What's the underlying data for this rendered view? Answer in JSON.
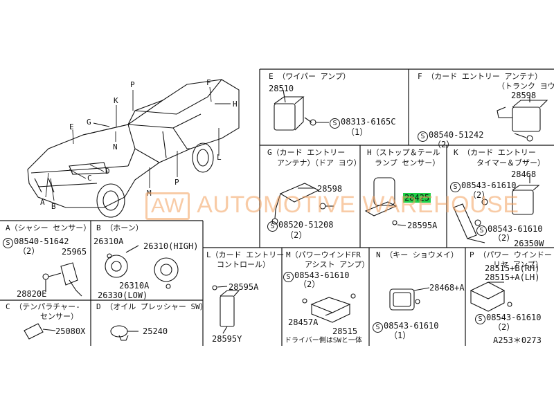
{
  "overview": {
    "letters": [
      "P",
      "K",
      "G",
      "E",
      "F",
      "H",
      "N",
      "A",
      "B",
      "C",
      "D",
      "M",
      "P",
      "L"
    ]
  },
  "panels": {
    "E": {
      "title": "E （ワイパー アンプ）",
      "parts": [
        "28510",
        "08313-6165C",
        "（1）"
      ]
    },
    "F": {
      "title": "F （カード エントリー アンテナ）",
      "subtitle": "（トランク ヨウ）",
      "parts": [
        "28598",
        "08540-51242",
        "（2）"
      ]
    },
    "G": {
      "title": "G（カード エントリー",
      "subtitle": "アンテナ）（ドア ヨウ）",
      "parts": [
        "28598",
        "08520-51208",
        "（2）"
      ]
    },
    "H": {
      "title": "H（ストップ＆テール",
      "subtitle": "ランプ センサー）",
      "parts": [
        "28425",
        "28595A"
      ]
    },
    "K": {
      "title": "K （カード エントリー",
      "subtitle": "タイマー＆ブザー）",
      "parts": [
        "28468",
        "08543-61610",
        "（2）",
        "08543-61610",
        "（2）",
        "26350W"
      ]
    },
    "A": {
      "title": "A（シャシー センサー）",
      "parts": [
        "08540-51642",
        "（2）",
        "25965",
        "28820E"
      ]
    },
    "B": {
      "title": "B （ホーン）",
      "parts": [
        "26310A",
        "26310(HIGH)",
        "26310A",
        "26330(LOW)"
      ]
    },
    "C": {
      "title": "C （テンパラチャー-",
      "subtitle": "センサー）",
      "parts": [
        "25080X"
      ]
    },
    "D": {
      "title": "D （オイル プレッシャー SW）",
      "parts": [
        "25240"
      ]
    },
    "L": {
      "title": "L（カード エントリー",
      "subtitle": "コントロール）",
      "parts": [
        "28595A",
        "28595Y"
      ]
    },
    "M": {
      "title": "M（パワーウインドFR",
      "subtitle": "アシスト アンプ）",
      "parts": [
        "08543-61610",
        "（2）",
        "28457A",
        "28515"
      ],
      "note": "ドライバー側はSWと一体"
    },
    "N": {
      "title": "N （キー ショウメイ）",
      "parts": [
        "28468+A",
        "08543-61610",
        "（1）"
      ]
    },
    "P": {
      "title": "P （パワー ウインドー",
      "subtitle": "リヤ アンプ）",
      "parts": [
        "28515+B(RH)",
        "28515+A(LH)",
        "08543-61610",
        "（2）"
      ]
    }
  },
  "watermark": {
    "logo": "AW",
    "text": "AUTOMOTIVE WAREHOUSE"
  },
  "figure_code": "A253＊0273",
  "screw_symbol": "S",
  "colors": {
    "highlight": "#1fd04a",
    "watermark": "#f3a15e",
    "ink": "#111111"
  }
}
